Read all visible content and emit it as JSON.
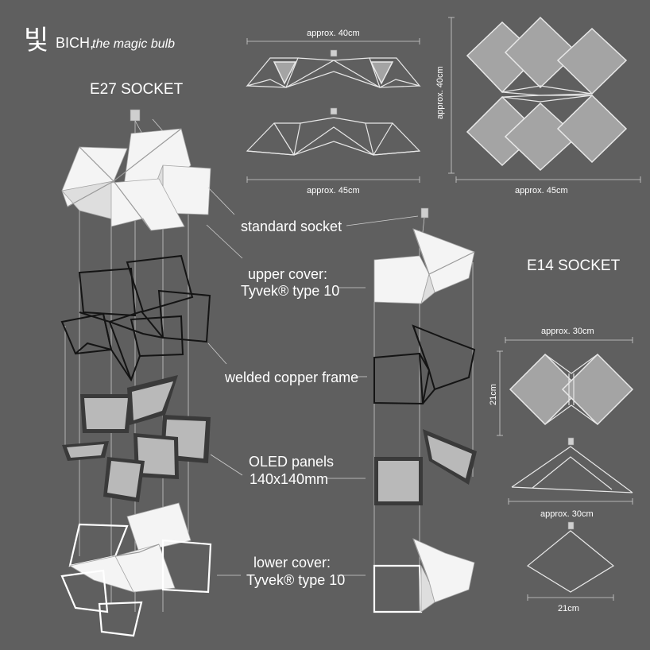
{
  "title": {
    "korean": "빛",
    "name": "BICH,",
    "tagline": "the magic bulb"
  },
  "headings": {
    "e27": "E27 SOCKET",
    "e14": "E14 SOCKET"
  },
  "labels": {
    "standard_socket": "standard socket",
    "upper_cover_1": "upper cover:",
    "upper_cover_2": "Tyvek® type 10",
    "copper_frame": "welded copper frame",
    "oled_1": "OLED panels",
    "oled_2": "140x140mm",
    "lower_cover_1": "lower cover:",
    "lower_cover_2": "Tyvek® type 10"
  },
  "dimensions": {
    "top_width_a": "approx. 40cm",
    "top_width_b": "approx. 45cm",
    "plan_height": "approx. 40cm",
    "plan_width": "approx. 45cm",
    "e14_width_top": "approx. 30cm",
    "e14_height": "21cm",
    "e14_width_mid": "approx. 30cm",
    "e14_width_bottom": "21cm"
  },
  "colors": {
    "background": "#5f5f5f",
    "text": "#ffffff",
    "paper": "#f4f4f4",
    "frame": "#141414",
    "panel": "#b9b9b9"
  }
}
